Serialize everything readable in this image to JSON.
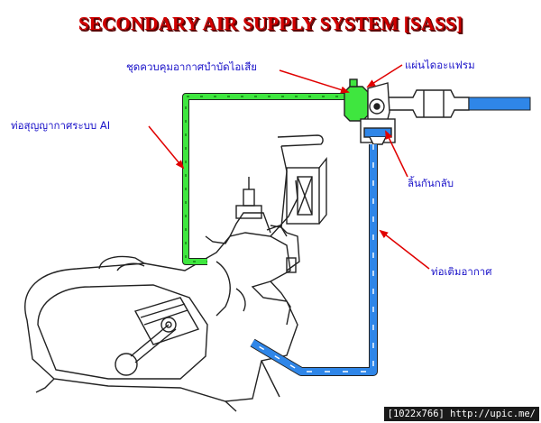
{
  "title": "SECONDARY AIR SUPPLY SYSTEM   [SASS]",
  "labels": {
    "control_unit": "ชุดควบคุมอากาศบำบัดไอเสีย",
    "diaphragm": "แผ่นไดอะแฟรม",
    "ai_channel": "ท่อสุญญากาศระบบ AI",
    "reed_valve": "ลิ้นกันกลับ",
    "intake_pipe": "ท่อเติมอากาศ"
  },
  "footer": "[1022x766] http://upic.me/",
  "colors": {
    "title": "#d10000",
    "label": "#1a12c9",
    "vacuum_line": "#3fe63f",
    "air_line": "#2f86e8",
    "arrow": "#e00000",
    "outline": "#222222"
  }
}
